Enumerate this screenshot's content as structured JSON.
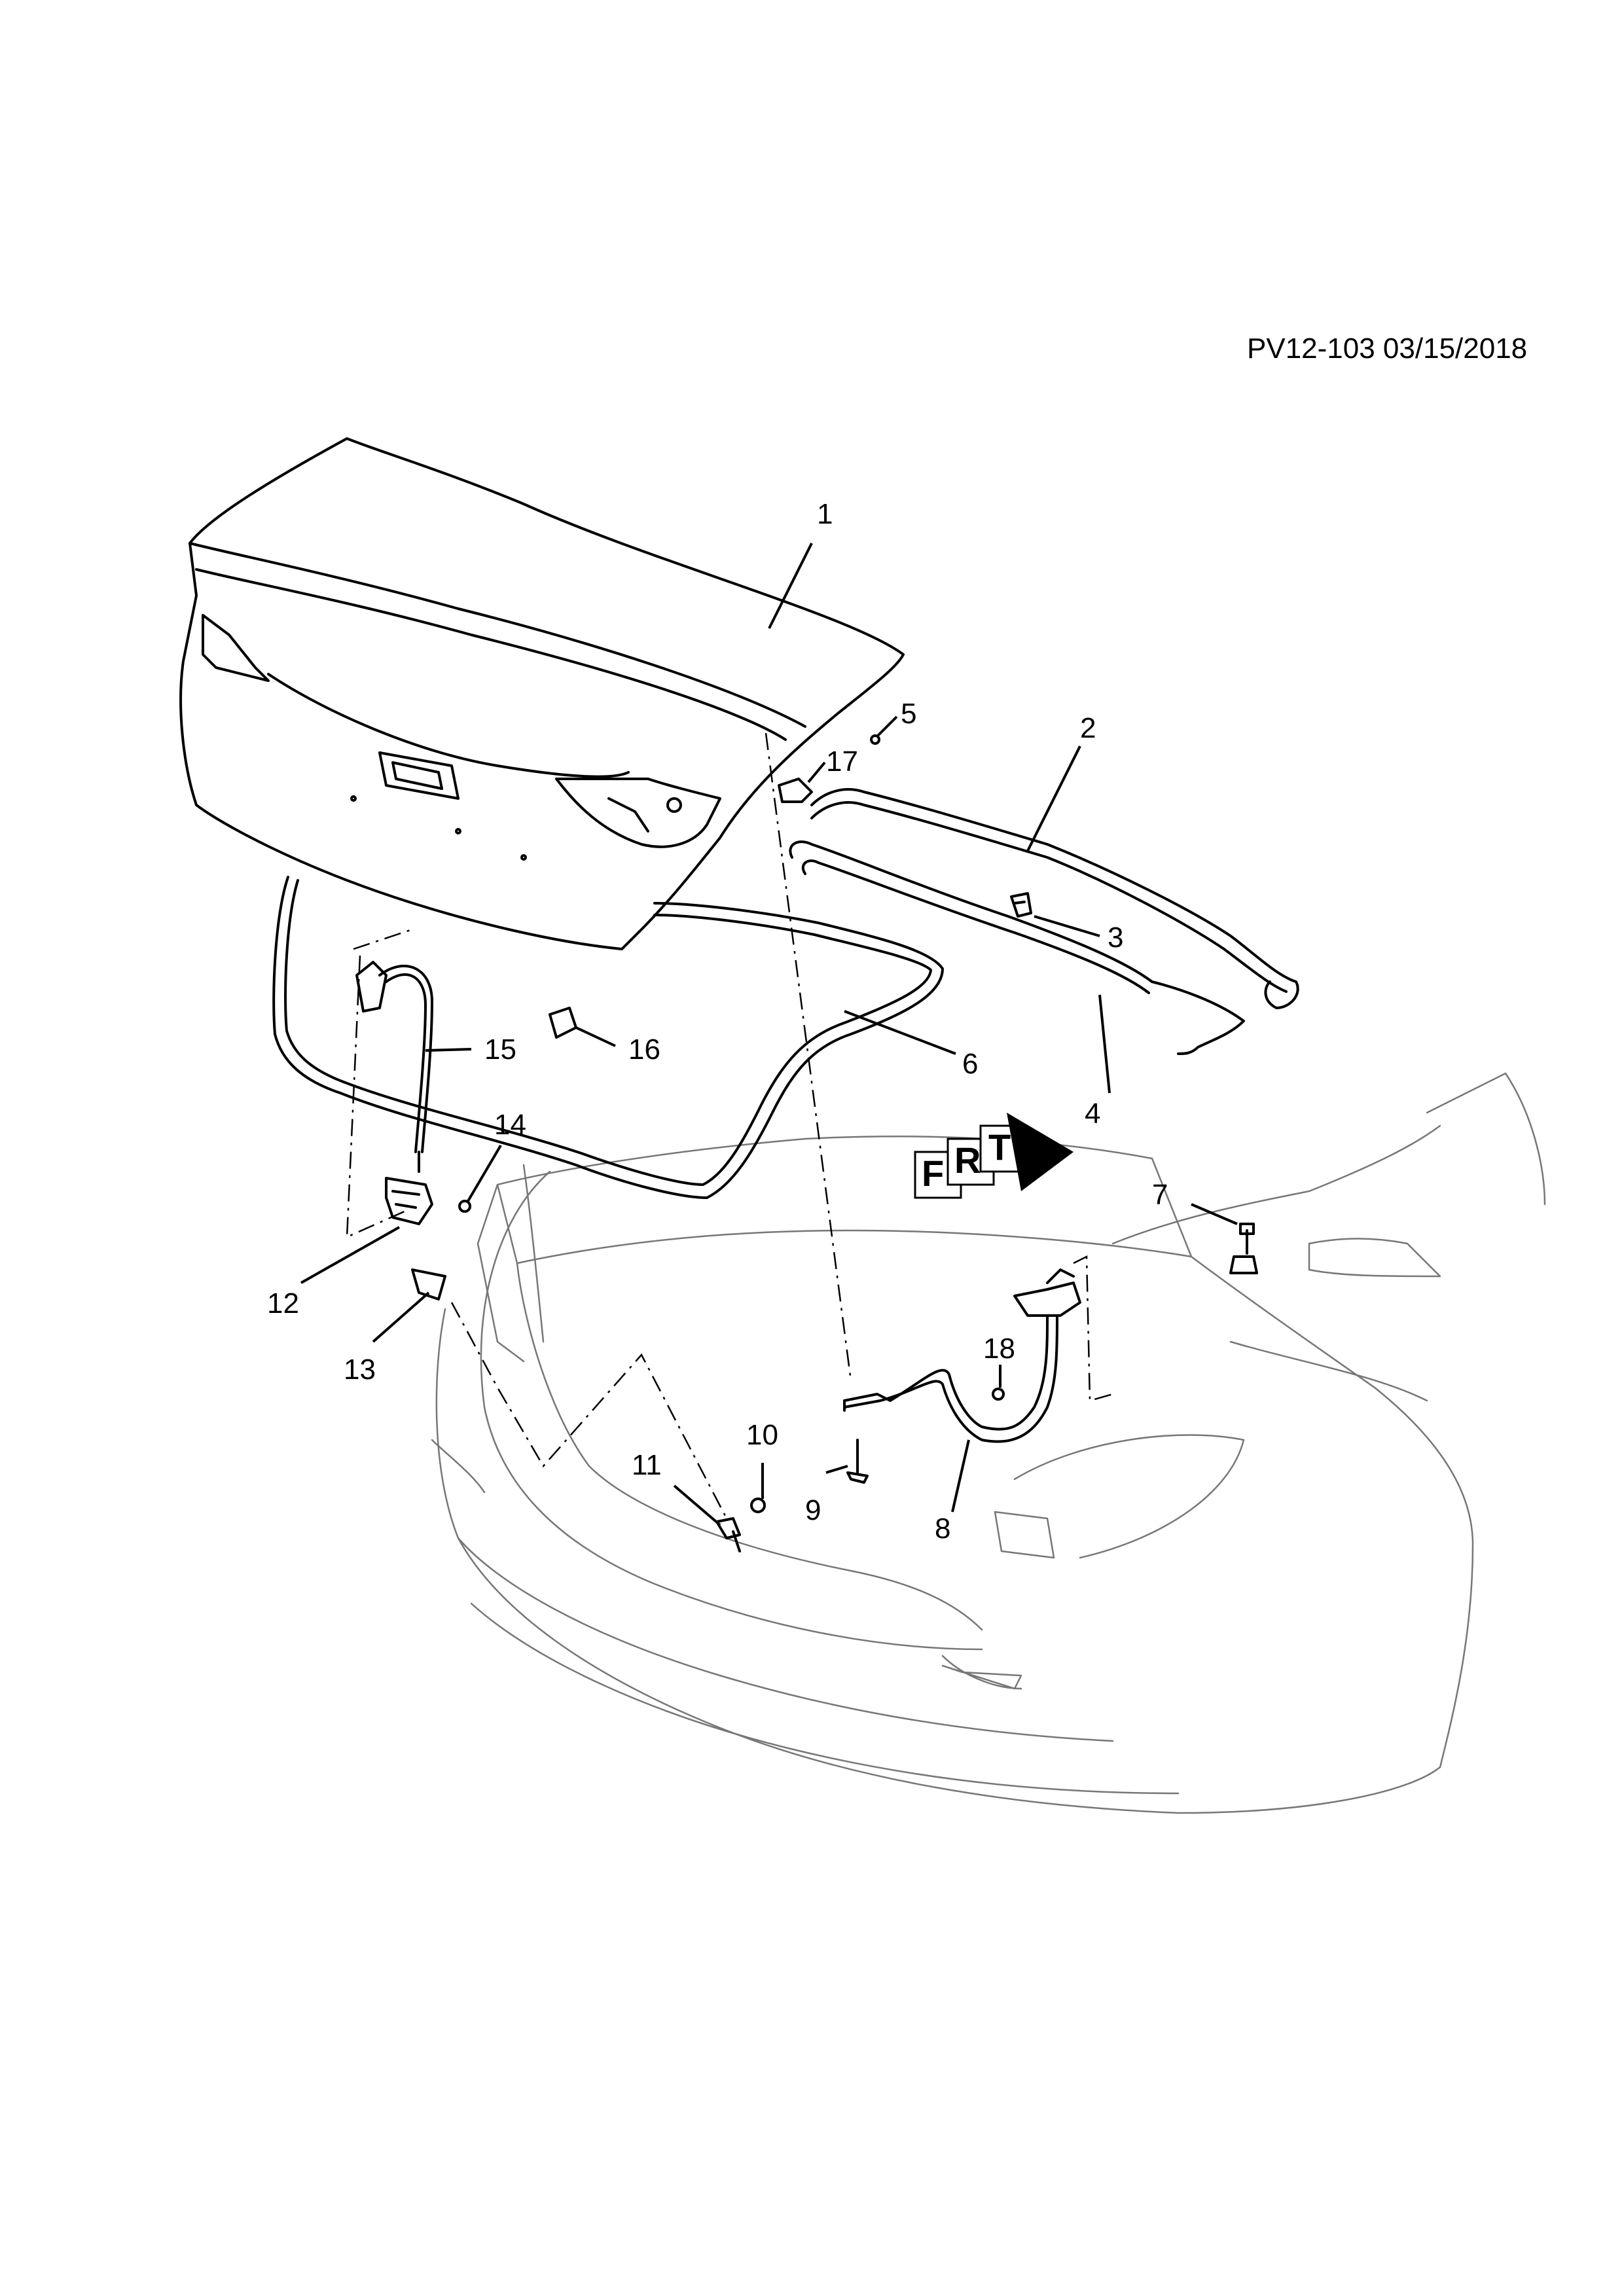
{
  "header": {
    "code": "PV12-103 03/15/2018"
  },
  "callouts": [
    {
      "id": "1",
      "label": "1"
    },
    {
      "id": "2",
      "label": "2"
    },
    {
      "id": "3",
      "label": "3"
    },
    {
      "id": "4",
      "label": "4"
    },
    {
      "id": "5",
      "label": "5"
    },
    {
      "id": "6",
      "label": "6"
    },
    {
      "id": "7",
      "label": "7"
    },
    {
      "id": "8",
      "label": "8"
    },
    {
      "id": "9",
      "label": "9"
    },
    {
      "id": "10",
      "label": "10"
    },
    {
      "id": "11",
      "label": "11"
    },
    {
      "id": "12",
      "label": "12"
    },
    {
      "id": "13",
      "label": "13"
    },
    {
      "id": "14",
      "label": "14"
    },
    {
      "id": "15",
      "label": "15"
    },
    {
      "id": "16",
      "label": "16"
    },
    {
      "id": "17",
      "label": "17"
    },
    {
      "id": "18",
      "label": "18"
    }
  ],
  "front_symbol": {
    "letters": [
      "F",
      "R",
      "T"
    ]
  }
}
